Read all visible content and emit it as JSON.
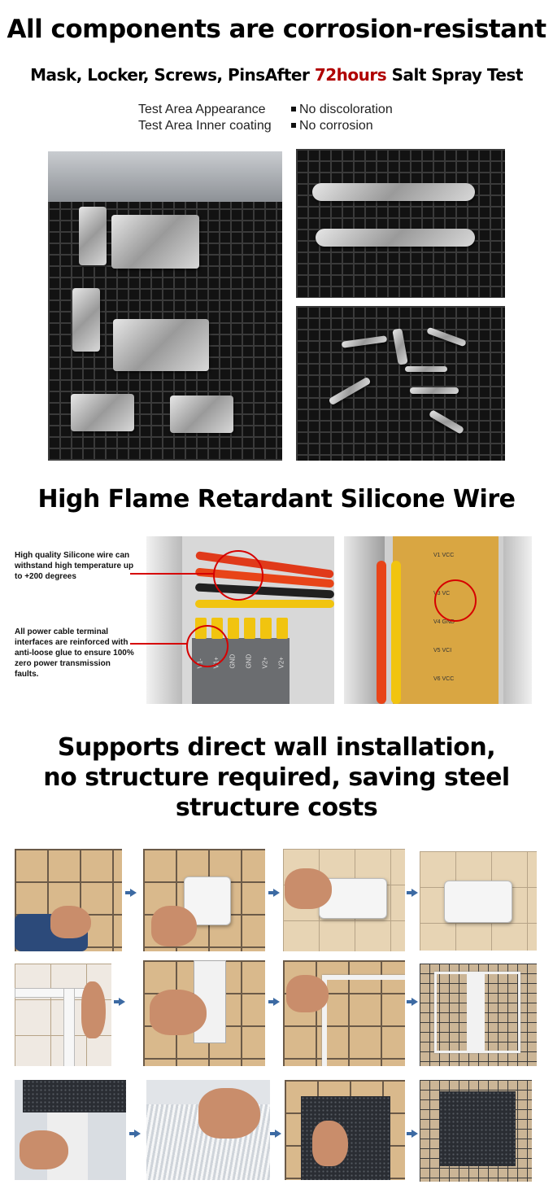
{
  "section1": {
    "title": "All components are corrosion-resistant",
    "subtitle_pre": "Mask, Locker, Screws, PinsAfter ",
    "subtitle_highlight": "72hours",
    "subtitle_post": " Salt Spray Test",
    "specs": [
      {
        "label": "Test Area Appearance",
        "value": "No discoloration"
      },
      {
        "label": "Test Area Inner coating",
        "value": "No corrosion"
      }
    ],
    "colors": {
      "highlight": "#b00000"
    }
  },
  "section2": {
    "title": "High Flame Retardant Silicone Wire",
    "note1": "High quality Silicone wire can withstand high temperature up to +200 degrees",
    "note2": "All power cable terminal interfaces are reinforced with anti-loose glue to ensure 100% zero power transmission faults.",
    "board_labels": [
      "V1-",
      "V1+",
      "GND",
      "GND",
      "V2+",
      "V2+"
    ],
    "right_labels": [
      "V1 VCC",
      "V3 VC",
      "V4 GND",
      "V5 VCI",
      "V6 VCC"
    ],
    "colors": {
      "callout": "#d60000"
    }
  },
  "section3": {
    "title_line1": "Supports direct wall installation,",
    "title_line2": "no structure required, saving steel",
    "title_line3": "structure costs",
    "colors": {
      "arrow": "#3c6aa3"
    }
  }
}
